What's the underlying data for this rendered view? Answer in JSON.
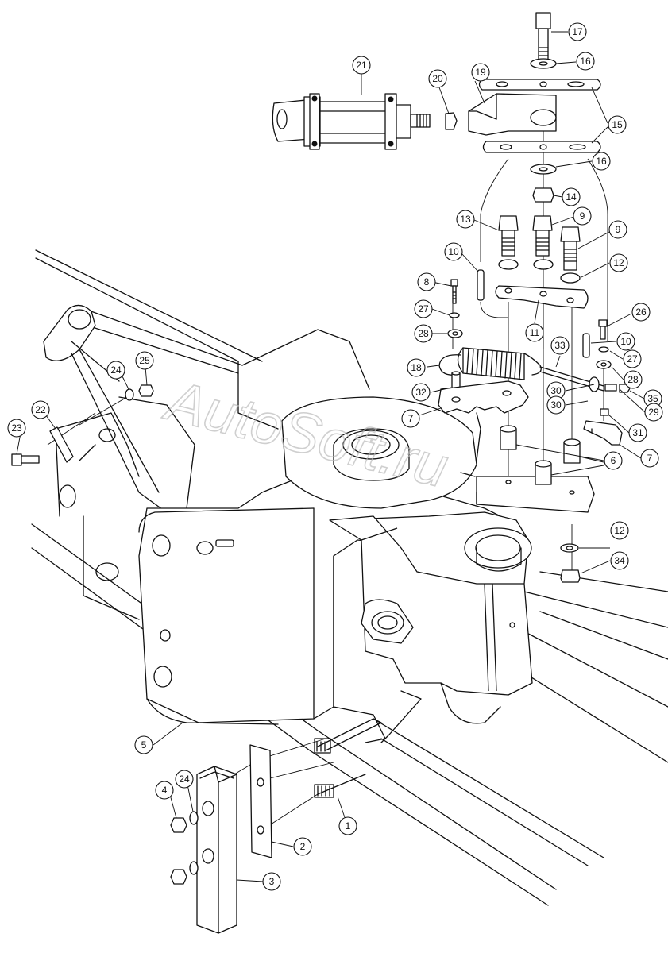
{
  "watermark": "AutoSoft.ru",
  "callouts": [
    {
      "id": "c17",
      "label": "17"
    },
    {
      "id": "c16a",
      "label": "16"
    },
    {
      "id": "c21",
      "label": "21"
    },
    {
      "id": "c20",
      "label": "20"
    },
    {
      "id": "c19",
      "label": "19"
    },
    {
      "id": "c15",
      "label": "15"
    },
    {
      "id": "c16b",
      "label": "16"
    },
    {
      "id": "c14",
      "label": "14"
    },
    {
      "id": "c13",
      "label": "13"
    },
    {
      "id": "c9a",
      "label": "9"
    },
    {
      "id": "c9b",
      "label": "9"
    },
    {
      "id": "c10a",
      "label": "10"
    },
    {
      "id": "c12a",
      "label": "12"
    },
    {
      "id": "c8",
      "label": "8"
    },
    {
      "id": "c27a",
      "label": "27"
    },
    {
      "id": "c28a",
      "label": "28"
    },
    {
      "id": "c11",
      "label": "11"
    },
    {
      "id": "c26",
      "label": "26"
    },
    {
      "id": "c10b",
      "label": "10"
    },
    {
      "id": "c27b",
      "label": "27"
    },
    {
      "id": "c33",
      "label": "33"
    },
    {
      "id": "c28b",
      "label": "28"
    },
    {
      "id": "c18",
      "label": "18"
    },
    {
      "id": "c32",
      "label": "32"
    },
    {
      "id": "c30a",
      "label": "30"
    },
    {
      "id": "c35",
      "label": "35"
    },
    {
      "id": "c30b",
      "label": "30"
    },
    {
      "id": "c29",
      "label": "29"
    },
    {
      "id": "c7a",
      "label": "7"
    },
    {
      "id": "c31",
      "label": "31"
    },
    {
      "id": "c6",
      "label": "6"
    },
    {
      "id": "c7b",
      "label": "7"
    },
    {
      "id": "c24a",
      "label": "24"
    },
    {
      "id": "c25",
      "label": "25"
    },
    {
      "id": "c22",
      "label": "22"
    },
    {
      "id": "c23",
      "label": "23"
    },
    {
      "id": "c12b",
      "label": "12"
    },
    {
      "id": "c34",
      "label": "34"
    },
    {
      "id": "c5",
      "label": "5"
    },
    {
      "id": "c1",
      "label": "1"
    },
    {
      "id": "c4",
      "label": "4"
    },
    {
      "id": "c24b",
      "label": "24"
    },
    {
      "id": "c2",
      "label": "2"
    },
    {
      "id": "c3",
      "label": "3"
    }
  ]
}
